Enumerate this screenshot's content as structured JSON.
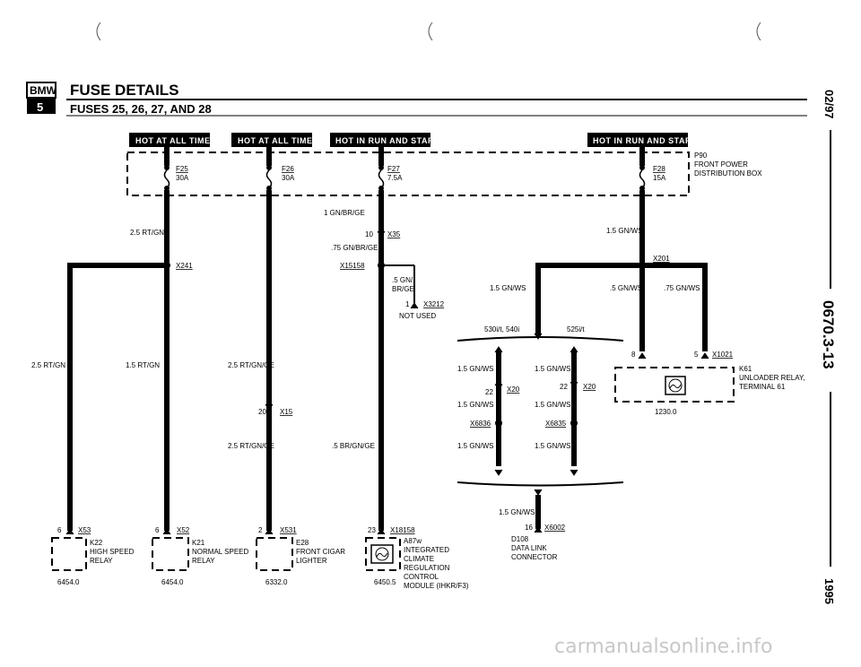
{
  "header": {
    "logo_top": "BMW",
    "logo_bottom": "5",
    "title": "FUSE DETAILS",
    "subtitle": "FUSES 25, 26, 27, AND 28"
  },
  "side": {
    "date": "02/97",
    "page": "0670.3-13",
    "year": "1995"
  },
  "badges": [
    "HOT AT ALL TIMES",
    "HOT AT ALL TIMES",
    "HOT IN RUN AND START",
    "HOT IN RUN AND START"
  ],
  "fuses": [
    {
      "id": "F25",
      "amp": "30A"
    },
    {
      "id": "F26",
      "amp": "30A"
    },
    {
      "id": "F27",
      "amp": "7.5A"
    },
    {
      "id": "F28",
      "amp": "15A"
    }
  ],
  "power_box": {
    "id": "P90",
    "name1": "FRONT POWER",
    "name2": "DISTRIBUTION BOX"
  },
  "wires": {
    "w1": "2.5 RT/GN",
    "w2": "1 GN/BR/GE",
    "w3": ".75 GN/BR/GE",
    "w4": "1.5 GN/WS",
    "w5": ".5 GN/",
    "w5b": "BR/GE",
    "w6": "2.5 RT/GN",
    "w7": "1.5 RT/GN",
    "w8": "2.5 RT/GN/GE",
    "w9": "2.5 RT/GN/GE",
    "w10": ".5 BR/GN/GE",
    "w11": "1.5 GN/WS",
    "w12": ".5 GN/WS",
    "w13": ".75 GN/WS",
    "w14": "1.5 GN/WS",
    "w15": "1.5 GN/WS",
    "w16": "1.5 GN/WS",
    "w17": "1.5 GN/WS",
    "w18": "1.5 GN/WS",
    "w19": "1.5 GN/WS",
    "w20": "1.5 GN/WS"
  },
  "connectors": {
    "x241": "X241",
    "x35": "X35",
    "x35_pin": "10",
    "x15158": "X15158",
    "x3212": "X3212",
    "x3212_pin": "1",
    "not_used": "NOT USED",
    "x201": "X201",
    "x15": "X15",
    "x15_pin": "20",
    "x20a": "X20",
    "x20a_pin": "22",
    "x20b": "X20",
    "x20b_pin": "22",
    "x6836": "X6836",
    "x6835": "X6835",
    "x1021": "X1021",
    "x1021_pin_a": "8",
    "x1021_pin_b": "5",
    "x6002": "X6002",
    "x6002_pin": "16"
  },
  "variants": {
    "left": "530i/t, 540i",
    "right": "525i/t"
  },
  "components": [
    {
      "pin": "6",
      "conn": "X53",
      "id": "K22",
      "l1": "HIGH SPEED",
      "l2": "RELAY",
      "l3": "",
      "l4": "",
      "ref": "6454.0"
    },
    {
      "pin": "6",
      "conn": "X52",
      "id": "K21",
      "l1": "NORMAL SPEED",
      "l2": "RELAY",
      "l3": "",
      "l4": "",
      "ref": "6454.0"
    },
    {
      "pin": "2",
      "conn": "X531",
      "id": "E28",
      "l1": "FRONT CIGAR",
      "l2": "LIGHTER",
      "l3": "",
      "l4": "",
      "ref": "6332.0"
    },
    {
      "pin": "23",
      "conn": "X18158",
      "id": "A87w",
      "l1": "INTEGRATED",
      "l2": "CLIMATE",
      "l3": "REGULATION",
      "l4": "CONTROL",
      "l5": "MODULE (IHKR/F3)",
      "ref": "6450.5"
    }
  ],
  "k61": {
    "id": "K61",
    "l1": "UNLOADER RELAY,",
    "l2": "TERMINAL 61",
    "ref": "1230.0"
  },
  "d108": {
    "id": "D108",
    "l1": "DATA LINK",
    "l2": "CONNECTOR"
  },
  "watermark": "carmanualsonline.info"
}
